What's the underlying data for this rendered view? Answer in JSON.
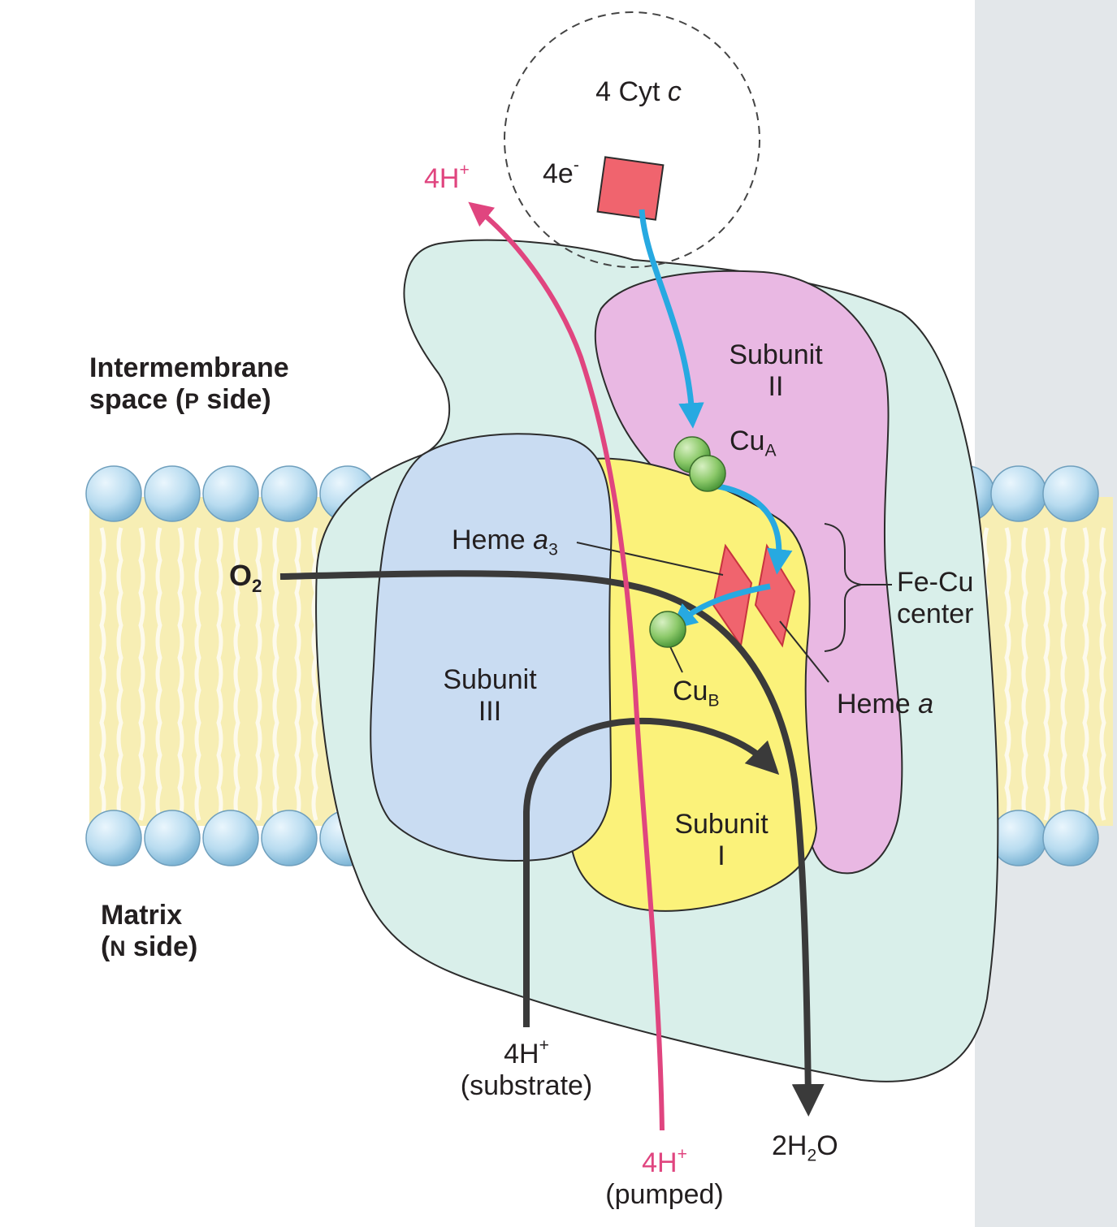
{
  "labels": {
    "cyt_c_count": "4 Cyt",
    "cyt_c_letter": "c",
    "electrons": "4e",
    "electrons_sup": "-",
    "h_pumped_top": "4H",
    "h_pumped_top_sup": "+",
    "intermembrane_line1": "Intermembrane",
    "intermembrane_line2_a": "space (",
    "intermembrane_line2_p": "P",
    "intermembrane_line2_b": " side)",
    "matrix_line1": "Matrix",
    "matrix_line2_a": "(",
    "matrix_line2_n": "N",
    "matrix_line2_b": " side)",
    "subunit_ii_line1": "Subunit",
    "subunit_ii_line2": "II",
    "cu_a": "Cu",
    "cu_a_sub": "A",
    "heme_a3": "Heme ",
    "heme_a3_a": "a",
    "heme_a3_sub": "3",
    "o2": "O",
    "o2_sub": "2",
    "fe_cu_line1": "Fe-Cu",
    "fe_cu_line2": "center",
    "subunit_iii_line1": "Subunit",
    "subunit_iii_line2": "III",
    "cu_b": "Cu",
    "cu_b_sub": "B",
    "heme_a": "Heme ",
    "heme_a_a": "a",
    "subunit_i_line1": "Subunit",
    "subunit_i_line2": "I",
    "h_substrate": "4H",
    "h_substrate_sup": "+",
    "h_substrate_note": "(substrate)",
    "h_pumped_bottom": "4H",
    "h_pumped_bottom_sup": "+",
    "h_pumped_note": "(pumped)",
    "water_a": "2H",
    "water_sub": "2",
    "water_b": "O"
  },
  "colors": {
    "membrane_core": "#f7eeb4",
    "lipid_head": "#b9dcf0",
    "complex_outer": "#d9efea",
    "subunit_ii": "#e9b8e3",
    "subunit_iii": "#c9dcf2",
    "subunit_i": "#fbf27a",
    "heme": "#f0646e",
    "copper": "#8cc96a",
    "electron_arrow": "#27a9e1",
    "proton_pumped": "#e0457f",
    "substrate_arrow": "#3a3a3a"
  }
}
